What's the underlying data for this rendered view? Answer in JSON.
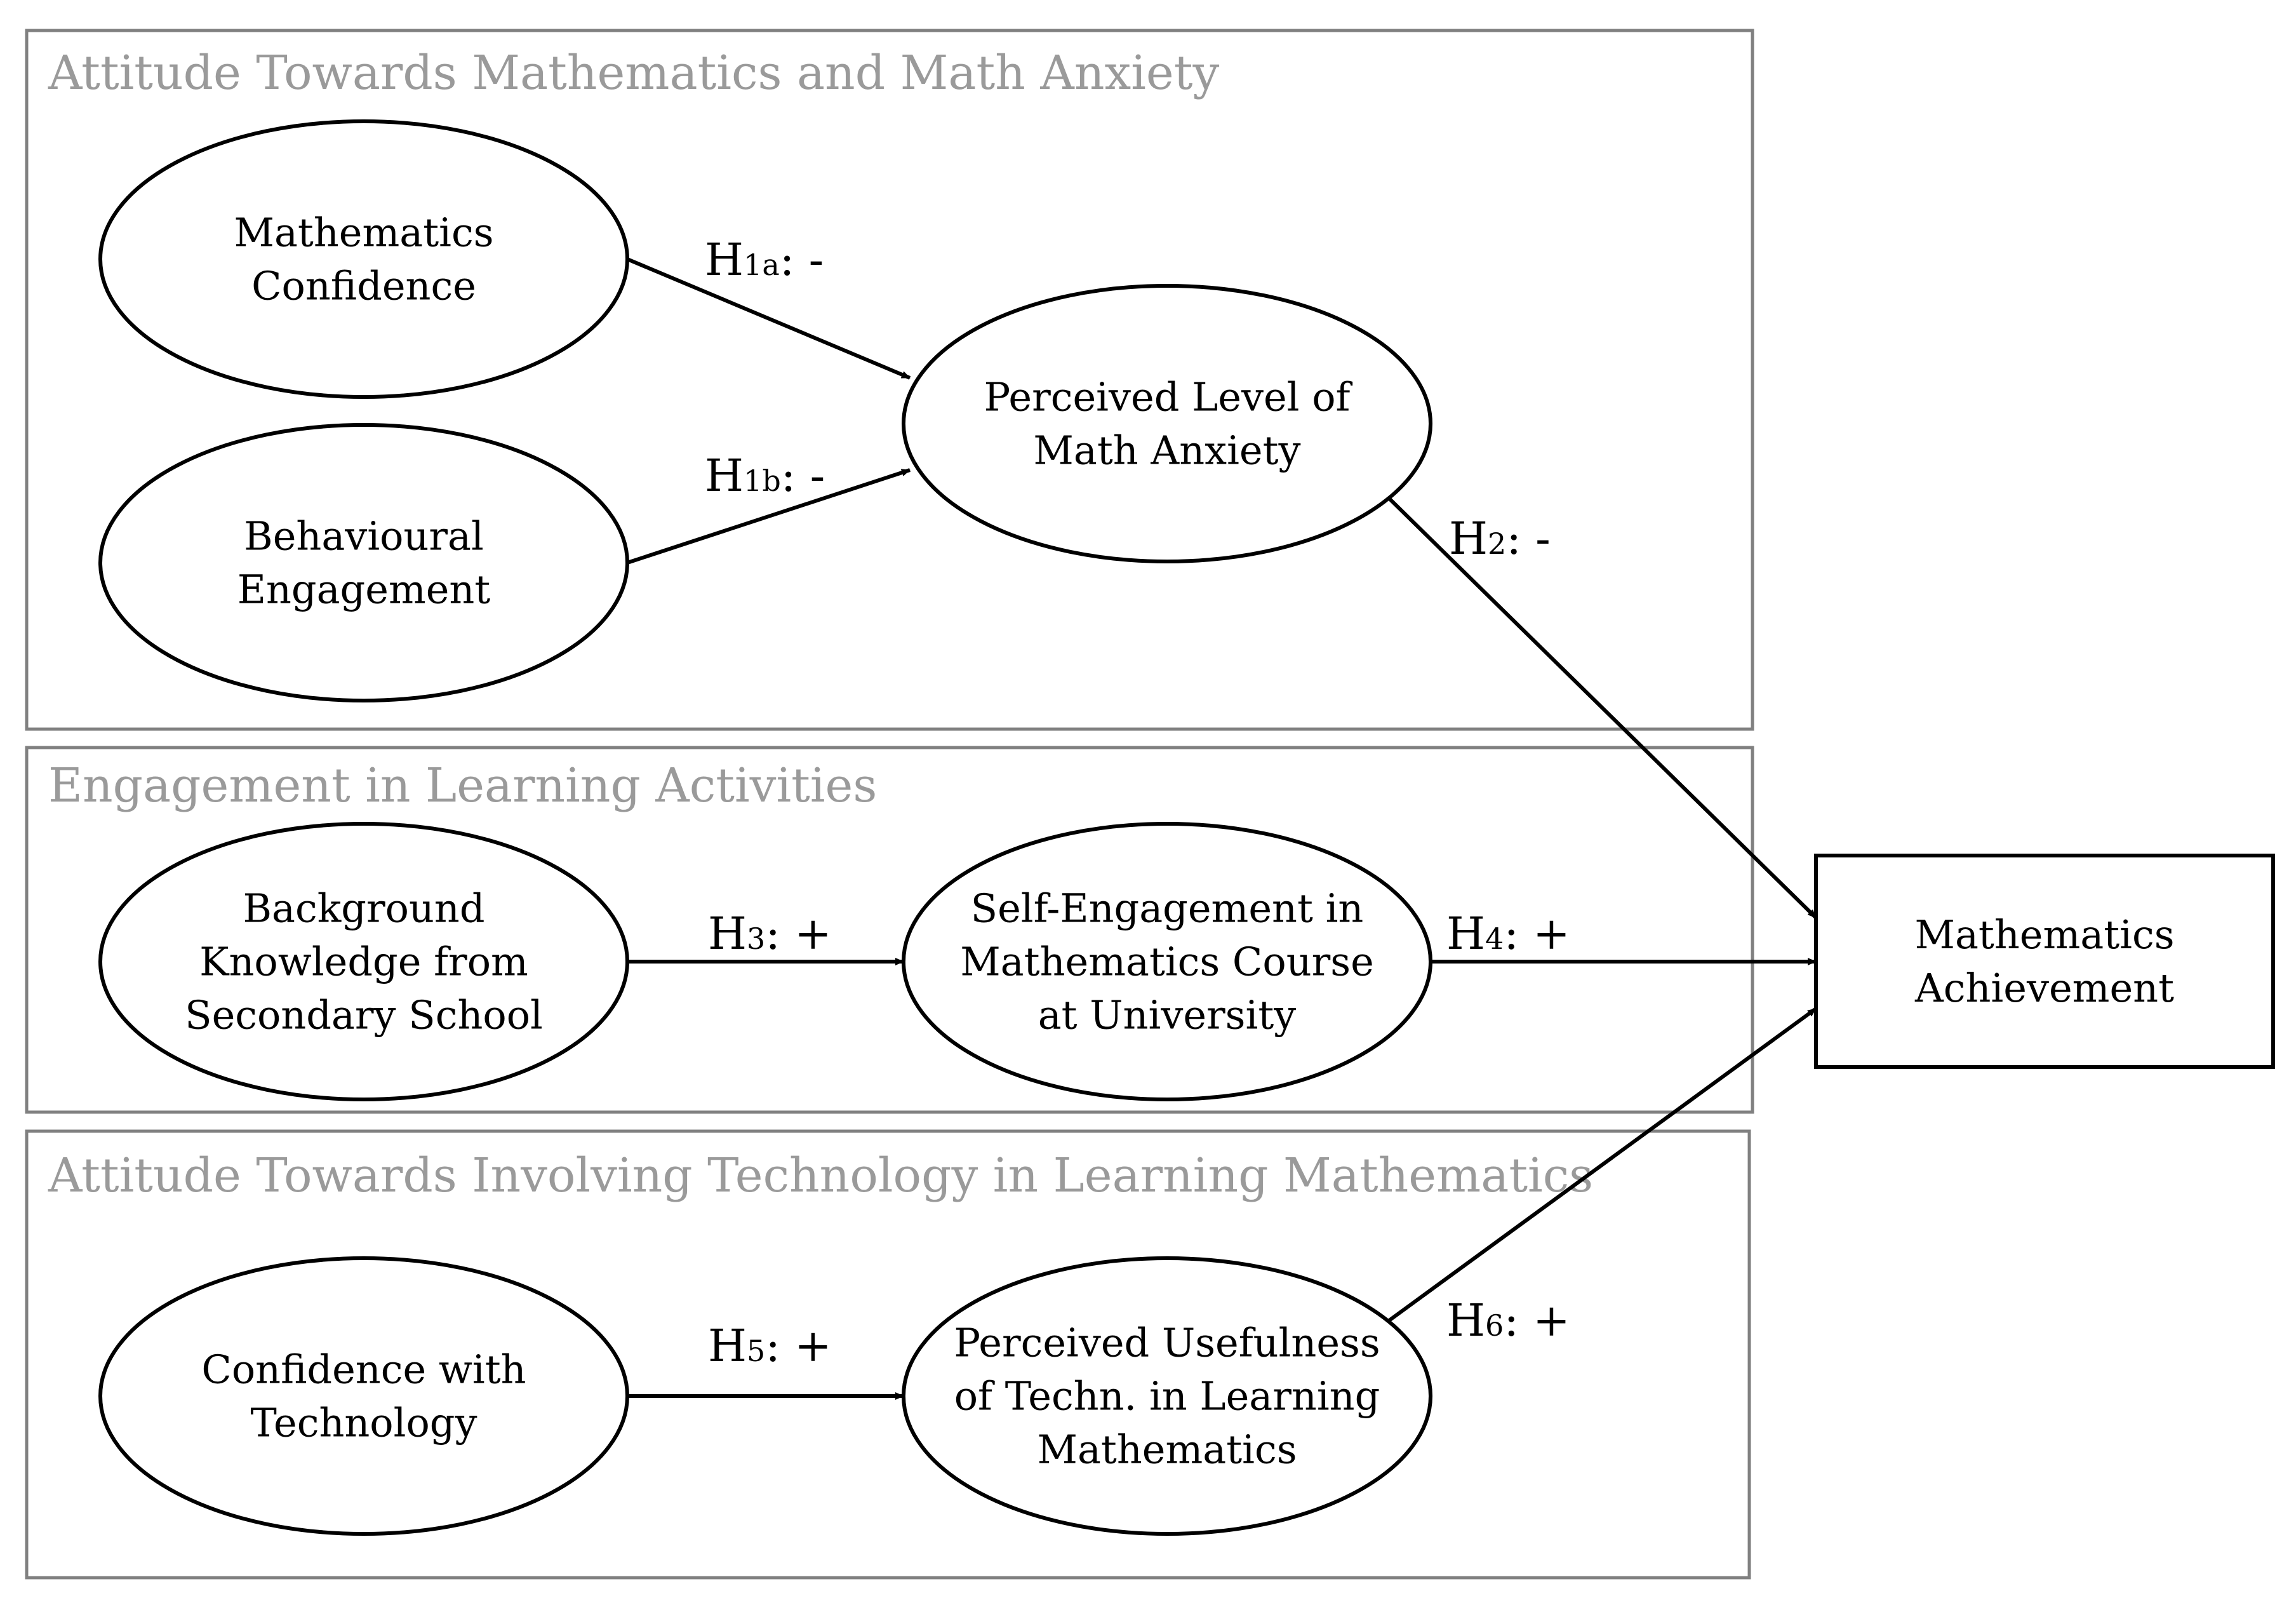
{
  "groups": [
    {
      "id": "attitude-math",
      "title": "Attitude Towards Mathematics and Math Anxiety"
    },
    {
      "id": "engagement",
      "title": "Engagement in Learning Activities"
    },
    {
      "id": "technology",
      "title": "Attitude Towards Involving Technology in Learning Mathematics"
    }
  ],
  "nodes": {
    "math_confidence": {
      "lines": [
        "Mathematics",
        "Confidence"
      ]
    },
    "behavioural_engagement": {
      "lines": [
        "Behavioural",
        "Engagement"
      ]
    },
    "math_anxiety": {
      "lines": [
        "Perceived Level of",
        "Math Anxiety"
      ]
    },
    "background_knowledge": {
      "lines": [
        "Background",
        "Knowledge from",
        "Secondary School"
      ]
    },
    "self_engagement": {
      "lines": [
        "Self-Engagement in",
        "Mathematics Course",
        "at University"
      ]
    },
    "confidence_technology": {
      "lines": [
        "Confidence with",
        "Technology"
      ]
    },
    "usefulness_technology": {
      "lines": [
        "Perceived Usefulness",
        "of Techn. in Learning",
        "Mathematics"
      ]
    },
    "math_achievement": {
      "lines": [
        "Mathematics",
        "Achievement"
      ]
    }
  },
  "edges": [
    {
      "id": "h1a",
      "from": "math_confidence",
      "to": "math_anxiety",
      "label": "H",
      "sub": "1a",
      "sign": ": -"
    },
    {
      "id": "h1b",
      "from": "behavioural_engagement",
      "to": "math_anxiety",
      "label": "H",
      "sub": "1b",
      "sign": ": -"
    },
    {
      "id": "h2",
      "from": "math_anxiety",
      "to": "math_achievement",
      "label": "H",
      "sub": "2",
      "sign": ": -"
    },
    {
      "id": "h3",
      "from": "background_knowledge",
      "to": "self_engagement",
      "label": "H",
      "sub": "3",
      "sign": ": +"
    },
    {
      "id": "h4",
      "from": "self_engagement",
      "to": "math_achievement",
      "label": "H",
      "sub": "4",
      "sign": ": +"
    },
    {
      "id": "h5",
      "from": "confidence_technology",
      "to": "usefulness_technology",
      "label": "H",
      "sub": "5",
      "sign": ": +"
    },
    {
      "id": "h6",
      "from": "usefulness_technology",
      "to": "math_achievement",
      "label": "H",
      "sub": "6",
      "sign": ": +"
    }
  ]
}
